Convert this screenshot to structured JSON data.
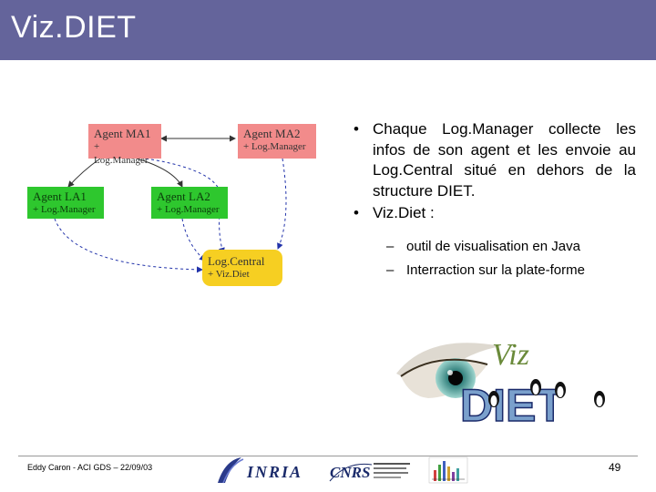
{
  "slide": {
    "title": "Viz.DIET",
    "bullets": [
      "Chaque Log.Manager collecte les infos de son agent et les envoie au Log.Central situé en dehors de la structure DIET.",
      "Viz.Diet :"
    ],
    "sub_bullets": [
      "outil de visualisation en Java",
      "Interraction sur la plate-forme"
    ]
  },
  "diagram": {
    "nodes": {
      "ma1": {
        "title": "Agent MA1",
        "sub": "+ Log.Manager"
      },
      "ma2": {
        "title": "Agent MA2",
        "sub": "+ Log.Manager"
      },
      "la1": {
        "title": "Agent LA1",
        "sub": "+ Log.Manager"
      },
      "la2": {
        "title": "Agent LA2",
        "sub": "+ Log.Manager"
      },
      "lc": {
        "title": "Log.Central",
        "sub": "+ Viz.Diet"
      }
    },
    "colors": {
      "master_agent": "#f28b8b",
      "local_agent": "#2ec72e",
      "log_central": "#f6cf22"
    }
  },
  "logo": {
    "text_top": "Viz",
    "text_bottom": "DIET"
  },
  "footer": {
    "left_text": "Eddy Caron - ACI GDS – 22/09/03",
    "page_number": "49",
    "inria_text": "INRIA",
    "cnrs_text": "CNRS"
  },
  "colors": {
    "title_bar": "#64649b"
  }
}
